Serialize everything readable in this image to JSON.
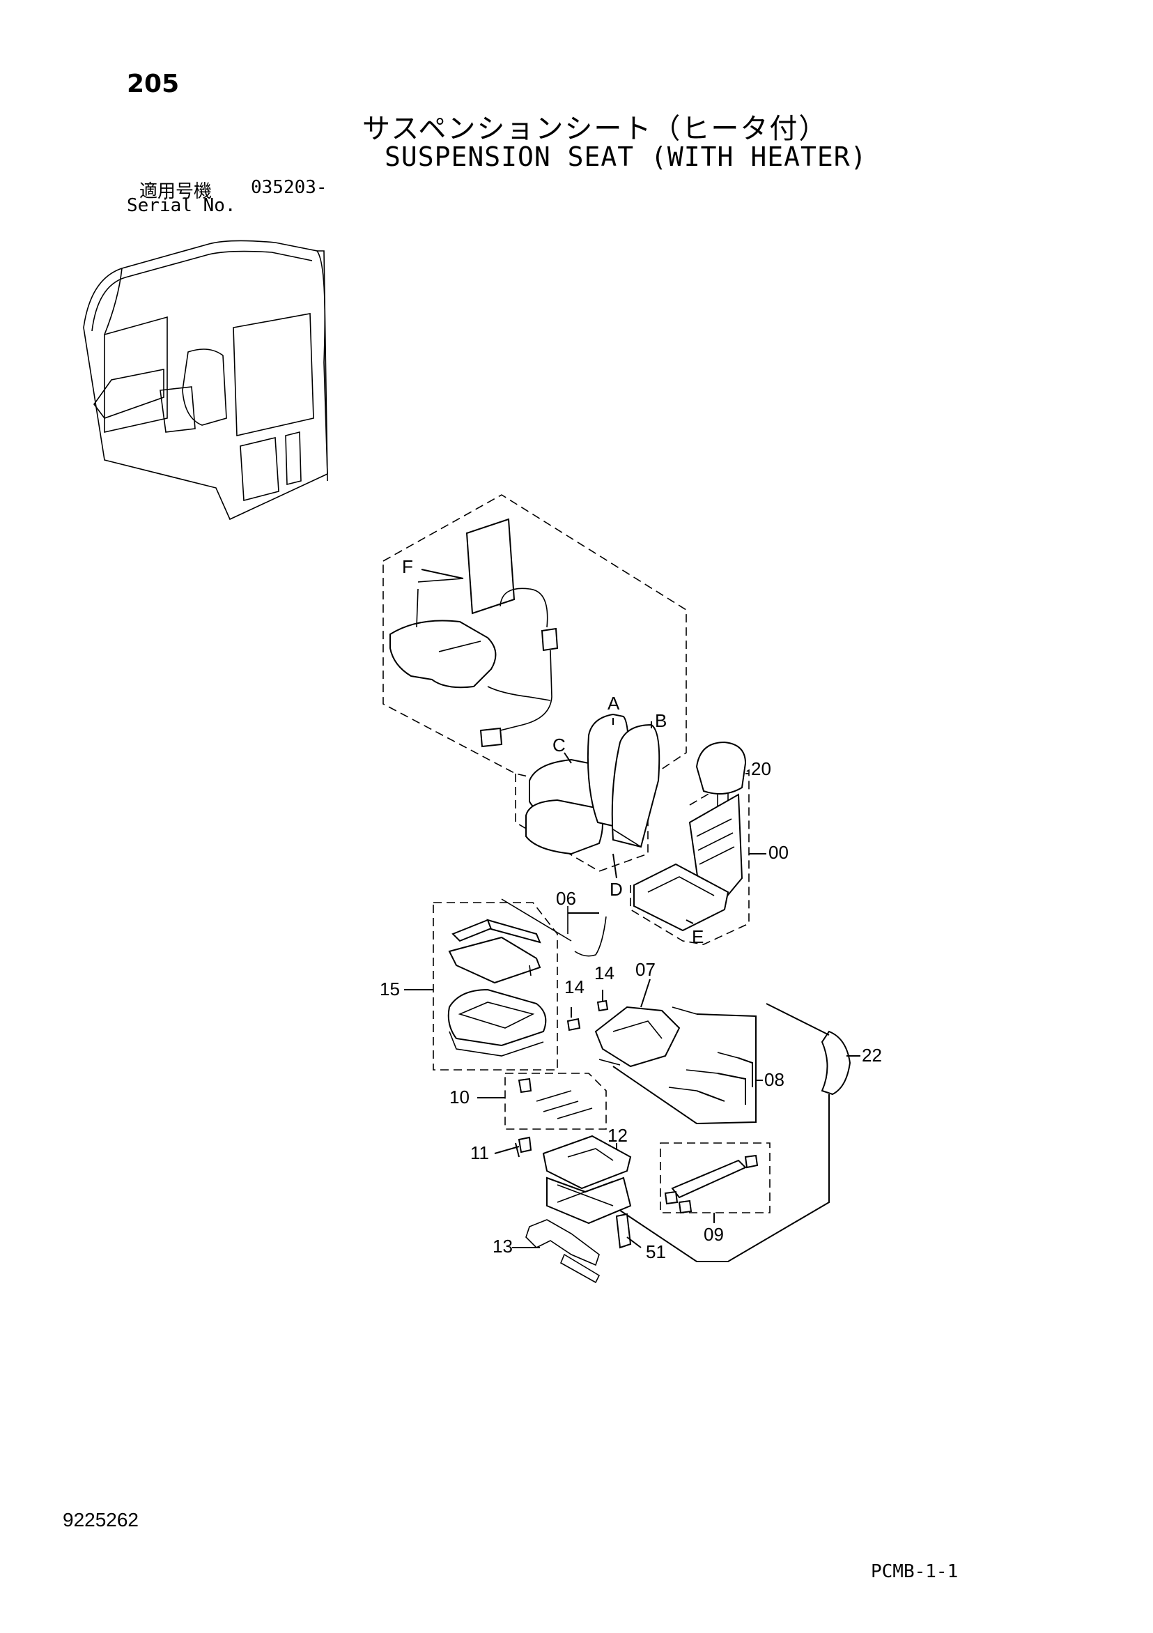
{
  "header": {
    "page_number": "205",
    "title_jp": "サスペンションシート（ヒータ付）",
    "title_en": "SUSPENSION SEAT (WITH HEATER)",
    "serial_label_jp": "適用号機",
    "serial_value": "035203-",
    "serial_label_en": "Serial No."
  },
  "callouts": {
    "F": "F",
    "A": "A",
    "B": "B",
    "C": "C",
    "D": "D",
    "E": "E",
    "p20": "20",
    "p00": "00",
    "p06": "06",
    "p07": "07",
    "p15": "15",
    "p14a": "14",
    "p14b": "14",
    "p08": "08",
    "p22": "22",
    "p10": "10",
    "p11": "11",
    "p12": "12",
    "p09": "09",
    "p13": "13",
    "p51": "51"
  },
  "footer": {
    "doc_id": "9225262",
    "page_code": "PCMB-1-1"
  }
}
